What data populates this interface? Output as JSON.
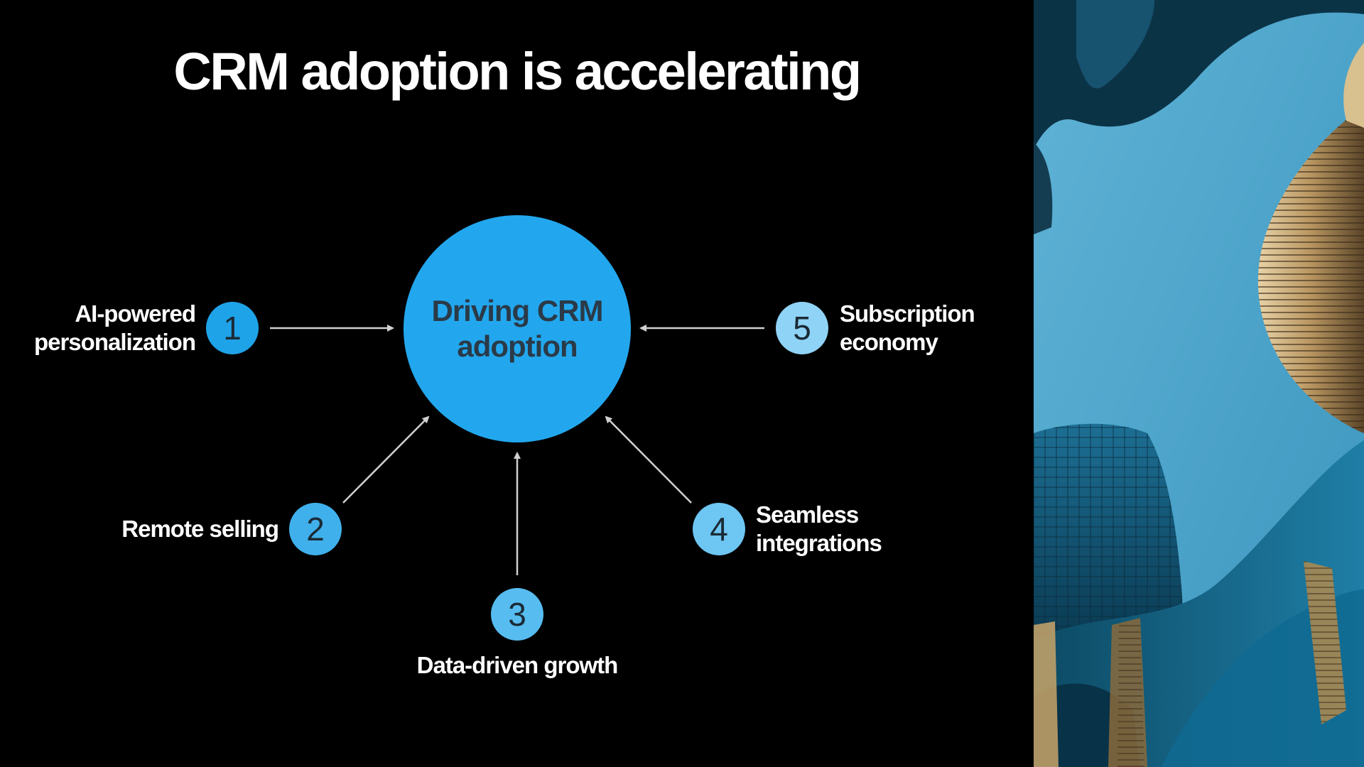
{
  "slide": {
    "title": "CRM adoption is accelerating"
  },
  "hub": {
    "label": "Driving CRM adoption",
    "color": "#22a7ee"
  },
  "drivers": [
    {
      "number": "1",
      "label": "AI-powered\npersonalization",
      "color": "#1fa3e8"
    },
    {
      "number": "2",
      "label": "Remote selling",
      "color": "#40b0ec"
    },
    {
      "number": "3",
      "label": "Data-driven growth",
      "color": "#57bcf0"
    },
    {
      "number": "4",
      "label": "Seamless\nintegrations",
      "color": "#6ec6f3"
    },
    {
      "number": "5",
      "label": "Subscription\neconomy",
      "color": "#8fd3f6"
    }
  ],
  "colors": {
    "background": "#000000",
    "text": "#ffffff",
    "arrow": "#d0d0d0",
    "hub_text": "#2a3a48"
  }
}
